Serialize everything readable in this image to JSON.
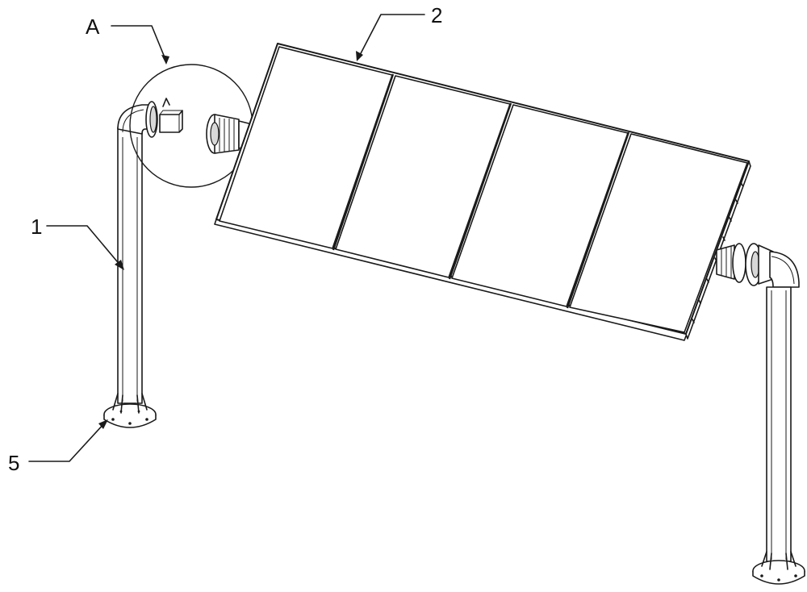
{
  "labels": {
    "detail_a": "A",
    "panel": "2",
    "post": "1",
    "base": "5"
  }
}
